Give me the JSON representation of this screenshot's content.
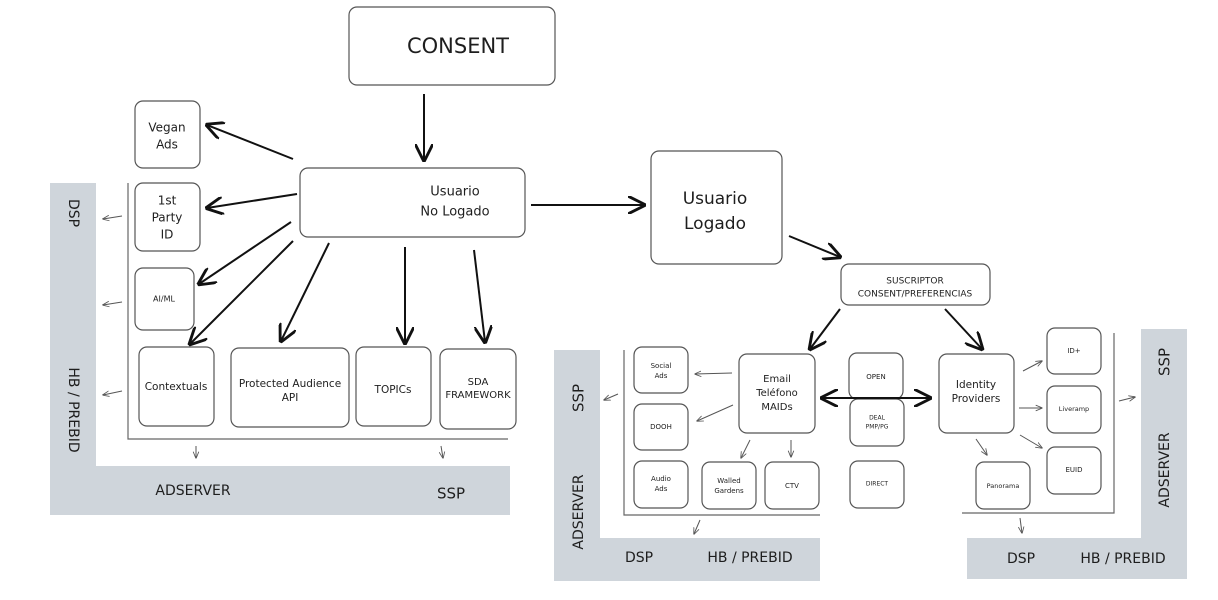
{
  "nodes": {
    "consent": "CONSENT",
    "usuario_no_logado": [
      "Usuario",
      "No Logado"
    ],
    "usuario_logado": [
      "Usuario",
      "Logado"
    ],
    "vegan_ads": [
      "Vegan",
      "Ads"
    ],
    "first_party_id": [
      "1st",
      "Party",
      "ID"
    ],
    "ai_ml": [
      "AI/ML"
    ],
    "contextuals": [
      "Contextuals"
    ],
    "protected_audience_api": [
      "Protected Audience",
      "API"
    ],
    "topics": [
      "TOPICs"
    ],
    "sda_framework": [
      "SDA",
      "FRAMEWORK"
    ],
    "suscriptor": [
      "SUSCRIPTOR",
      "CONSENT/PREFERENCIAS"
    ],
    "email_telefono_maids": [
      "Email",
      "Teléfono",
      "MAIDs"
    ],
    "social_ads": [
      "Social",
      "Ads"
    ],
    "dooh": [
      "DOOH"
    ],
    "audio_ads": [
      "Audio",
      "Ads"
    ],
    "walled_gardens": [
      "Walled",
      "Gardens"
    ],
    "ctv": [
      "CTV"
    ],
    "open": [
      "OPEN"
    ],
    "deal": [
      "DEAL",
      "PMP/PG"
    ],
    "direct": [
      "DIRECT"
    ],
    "identity_providers": [
      "Identity",
      "Providers"
    ],
    "id_plus": [
      "ID+"
    ],
    "liveramp": [
      "Liveramp"
    ],
    "euid": [
      "EUID"
    ],
    "panorama": [
      "Panorama"
    ]
  },
  "bands": {
    "left": {
      "vertical_top": "DSP",
      "vertical_bottom": "HB / PREBID",
      "bottom_left": "ADSERVER",
      "bottom_right": "SSP"
    },
    "middle": {
      "vertical_top": "SSP",
      "vertical_bottom": "ADSERVER",
      "bottom_left": "DSP",
      "bottom_right": "HB / PREBID"
    },
    "right": {
      "vertical_top": "SSP",
      "vertical_bottom": "ADSERVER",
      "bottom_left": "DSP",
      "bottom_right": "HB / PREBID"
    }
  }
}
